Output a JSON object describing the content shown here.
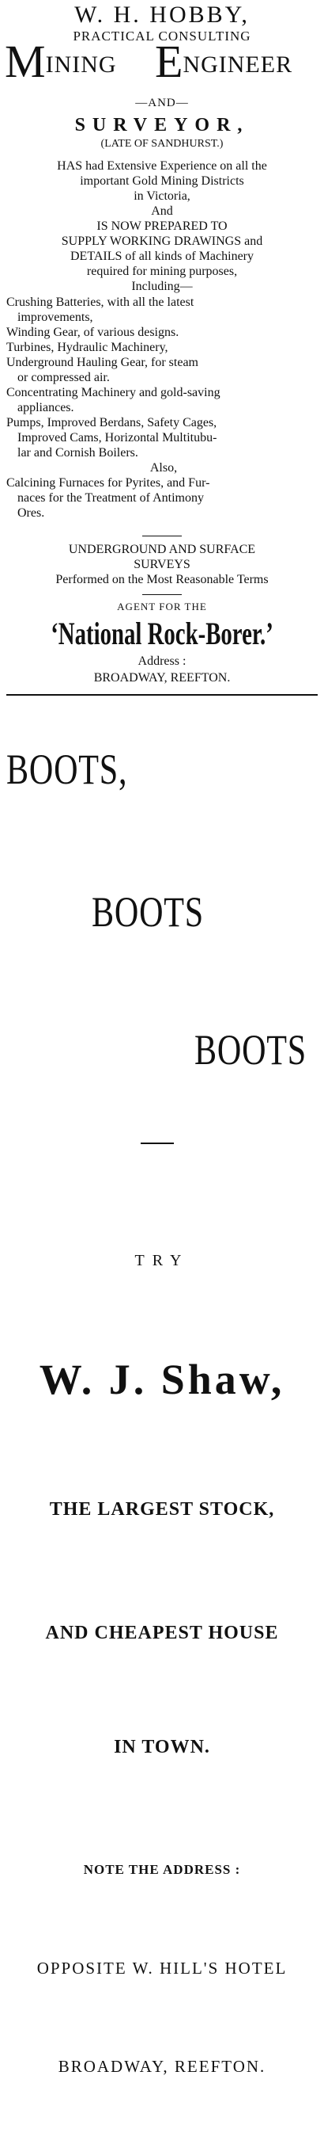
{
  "ad1": {
    "name": "W. H. HOBBY,",
    "practical": "PRACTICAL CONSULTING",
    "mining_m": "M",
    "mining_rest": "INING",
    "engineer_e": "E",
    "engineer_rest": "NGINEER",
    "and": "—AND—",
    "surveyor": "SURVEYOR,",
    "late": "(LATE OF SANDHURST.)",
    "intro_lines": [
      "HAS had Extensive Experience on all the",
      "important Gold Mining Districts",
      "in Victoria,",
      "And",
      "IS NOW PREPARED TO",
      "SUPPLY WORKING DRAWINGS and",
      "DETAILS of all kinds of Machinery",
      "required for mining purposes,",
      "Including—"
    ],
    "items": [
      "Crushing Batteries, with all the latest",
      "  improvements,",
      "Winding Gear, of various designs.",
      "Turbines, Hydraulic Machinery,",
      "Underground Hauling Gear, for steam",
      "  or compressed air.",
      "Concentrating Machinery and gold-saving",
      "  appliances.",
      "Pumps, Improved Berdans, Safety Cages,",
      "  Improved Cams, Horizontal Multitubu-",
      "  lar and Cornish Boilers."
    ],
    "also": "Also,",
    "calcining": [
      "Calcining Furnaces for Pyrites, and Fur-",
      "  naces for the Treatment of Antimony",
      "  Ores."
    ],
    "surveys": [
      "UNDERGROUND AND SURFACE",
      "SURVEYS"
    ],
    "performed": "Performed on the Most Reasonable Terms",
    "agent": "AGENT FOR THE",
    "rock_borer": "‘National Rock-Borer.’",
    "address_label": "Address :",
    "address": "BROADWAY, REEFTON."
  },
  "ad2": {
    "boots1": "BOOTS,",
    "boots2": "BOOTS",
    "boots3": "BOOTS",
    "try": "TRY",
    "shaw": "W. J. Shaw,",
    "largest": "THE LARGEST STOCK,",
    "cheapest": "AND CHEAPEST HOUSE",
    "town": "IN TOWN.",
    "note": "NOTE THE ADDRESS :",
    "opposite": "OPPOSITE W. HILL'S HOTEL",
    "broadway": "BROADWAY, REEFTON."
  }
}
